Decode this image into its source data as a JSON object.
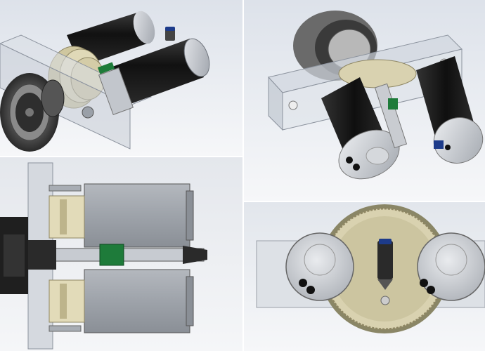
{
  "figure": {
    "views": [
      {
        "id": "isometric-front",
        "kind": "cad-render"
      },
      {
        "id": "isometric-rear",
        "kind": "cad-render"
      },
      {
        "id": "top-section",
        "kind": "cad-render"
      },
      {
        "id": "front-elevation",
        "kind": "cad-render"
      }
    ],
    "colors": {
      "background_top": "#dfe3ea",
      "background_bottom": "#f7f8fa",
      "motor_body": "#1a1a1a",
      "motor_cap": "#c9ccd1",
      "gear": "#d9d2b0",
      "plate": "#d6dbe2",
      "fitting": "#1d3b8a",
      "pcb": "#1e7b3a"
    }
  }
}
